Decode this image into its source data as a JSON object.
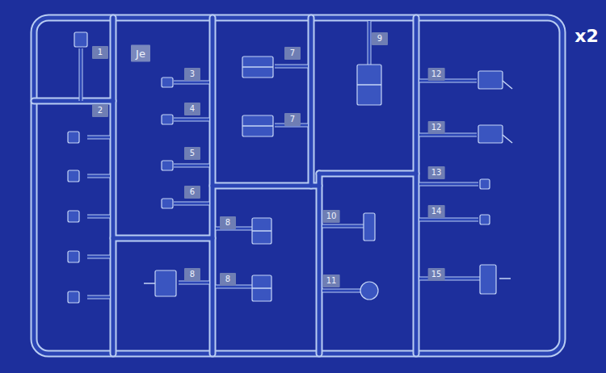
{
  "diagram": {
    "labels": [
      "1",
      "Je",
      "2",
      "3",
      "4",
      "5",
      "6",
      "7",
      "7",
      "9",
      "12",
      "12",
      "13",
      "14",
      "15",
      "8",
      "8",
      "8",
      "10",
      "11",
      "x2"
    ]
  }
}
